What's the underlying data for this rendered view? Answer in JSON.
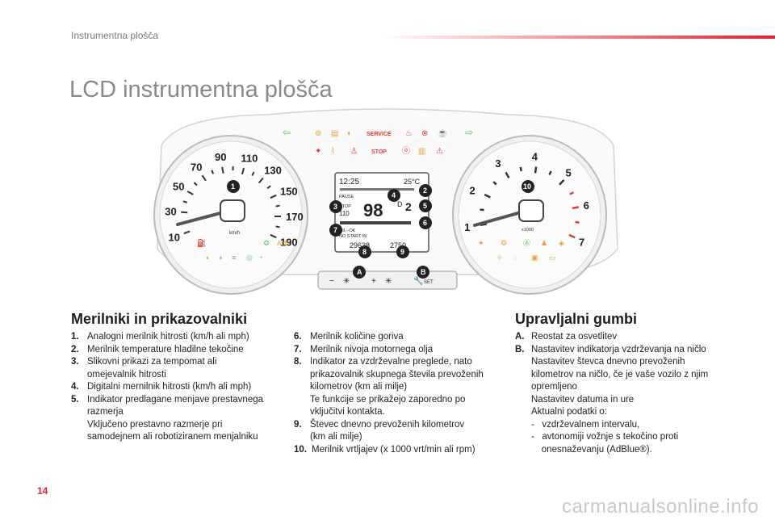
{
  "header": {
    "section": "Instrumentna plošča",
    "title": "LCD instrumentna plošča"
  },
  "dashboard": {
    "speed_labels": [
      "10",
      "30",
      "50",
      "70",
      "90",
      "110",
      "130",
      "150",
      "170",
      "190"
    ],
    "speed_unit": "km/h",
    "rpm_labels": [
      "1",
      "2",
      "3",
      "4",
      "5",
      "6",
      "7"
    ],
    "rpm_unit": "x1000",
    "warning_text_service": "SERVICE",
    "warning_text_stop": "STOP",
    "lcd": {
      "time": "12:25",
      "temp": "25°C",
      "pause": "PAUSE",
      "stop": "STOP",
      "speed_small": "110",
      "speed_big": "98",
      "gear": "D",
      "gear_num": "2",
      "oil": "OIL--OK",
      "no_start": "NO START IN",
      "odo": "29638",
      "trip": "2750"
    },
    "callouts": [
      "1",
      "2",
      "3",
      "4",
      "5",
      "6",
      "7",
      "8",
      "9",
      "10"
    ],
    "buttons": {
      "a_marker": "A",
      "b_marker": "B",
      "minus": "−",
      "plus": "+",
      "set": "SET"
    }
  },
  "meters_section": {
    "heading": "Merilniki in prikazovalniki",
    "col1": [
      {
        "num": "1.",
        "lines": [
          "Analogni merilnik hitrosti (km/h ali mph)"
        ]
      },
      {
        "num": "2.",
        "lines": [
          "Merilnik temperature hladilne tekočine"
        ]
      },
      {
        "num": "3.",
        "lines": [
          "Slikovni prikazi za tempomat ali",
          "omejevalnik hitrosti"
        ]
      },
      {
        "num": "4.",
        "lines": [
          "Digitalni mernilnik hitrosti (km/h ali mph)"
        ]
      },
      {
        "num": "5.",
        "lines": [
          "Indikator predlagane menjave prestavnega",
          "razmerja",
          "Vključeno prestavno razmerje pri",
          "samodejnem ali robotiziranem menjalniku"
        ]
      }
    ],
    "col2": [
      {
        "num": "6.",
        "lines": [
          "Merilnik količine goriva"
        ]
      },
      {
        "num": "7.",
        "lines": [
          "Merilnik nivoja motornega olja"
        ]
      },
      {
        "num": "8.",
        "lines": [
          "Indikator za vzdrževalne preglede, nato",
          "prikazovalnik skupnega števila prevoženih",
          "kilometrov (km ali milje)",
          "Te funkcije se prikažejo zaporedno po",
          "vključitvi kontakta."
        ]
      },
      {
        "num": "9.",
        "lines": [
          "Števec dnevno prevoženih kilometrov",
          "(km ali milje)"
        ]
      },
      {
        "num": "10.",
        "lines": [
          "Merilnik vrtljajev (x 1000 vrt/min ali rpm)"
        ]
      }
    ]
  },
  "controls_section": {
    "heading": "Upravljalni gumbi",
    "items": [
      {
        "num": "A.",
        "lines": [
          "Reostat za osvetlitev"
        ]
      },
      {
        "num": "B.",
        "lines": [
          "Nastavitev indikatorja vzdrževanja na ničlo",
          "Nastavitev števca dnevno prevoženih",
          "kilometrov na ničlo, če je vaše vozilo z njim",
          "opremljeno",
          "Nastavitev datuma in ure",
          "Aktualni podatki o:",
          "-   vzdrževalnem intervalu,",
          "-   avtonomiji vožnje s tekočino proti",
          "    onesnaževanju (AdBlue®)."
        ]
      }
    ]
  },
  "footer": {
    "page_number": "14",
    "watermark": "carmanualsonline.info"
  },
  "colors": {
    "accent": "#e4202f",
    "title_gray": "#8a8a8a",
    "warning_red": "#e23a3a",
    "indicator_orange": "#e8a030",
    "indicator_green": "#5cc25c"
  }
}
